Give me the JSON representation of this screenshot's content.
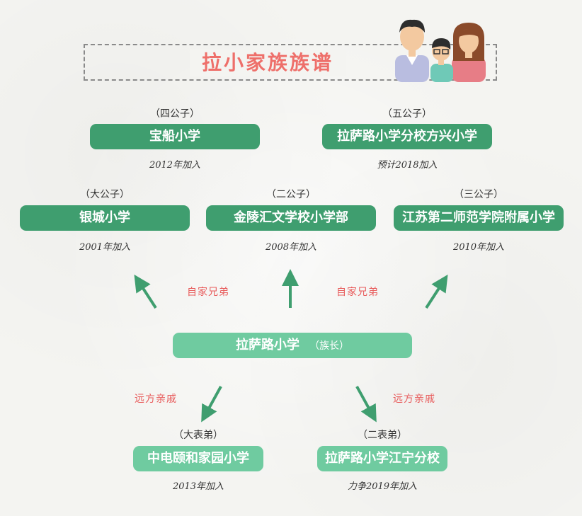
{
  "title": "拉小家族族谱",
  "head": {
    "name": "拉萨路小学",
    "role": "（族长）"
  },
  "siblings_relation": "自家兄弟",
  "cousins_relation": "远方亲戚",
  "sons": [
    {
      "role": "（四公子）",
      "name": "宝船小学",
      "note": "2012年加入"
    },
    {
      "role": "（五公子）",
      "name": "拉萨路小学分校方兴小学",
      "note": "预计2018加入"
    },
    {
      "role": "（大公子）",
      "name": "银城小学",
      "note": "2001年加入"
    },
    {
      "role": "（二公子）",
      "name": "金陵汇文学校小学部",
      "note": "2008年加入"
    },
    {
      "role": "（三公子）",
      "name": "江苏第二师范学院附属小学",
      "note": "2010年加入"
    }
  ],
  "cousins": [
    {
      "role": "（大表弟）",
      "name": "中电颐和家园小学",
      "note": "2013年加入"
    },
    {
      "role": "（二表弟）",
      "name": "拉萨路小学江宁分校",
      "note": "力争2019年加入"
    }
  ],
  "colors": {
    "title": "#ee6f6a",
    "pill_dark": "#3f9e6f",
    "pill_light": "#6fcba0",
    "relation": "#e85c5c",
    "arrow": "#3f9e6f"
  },
  "illustration": "family-illustration"
}
